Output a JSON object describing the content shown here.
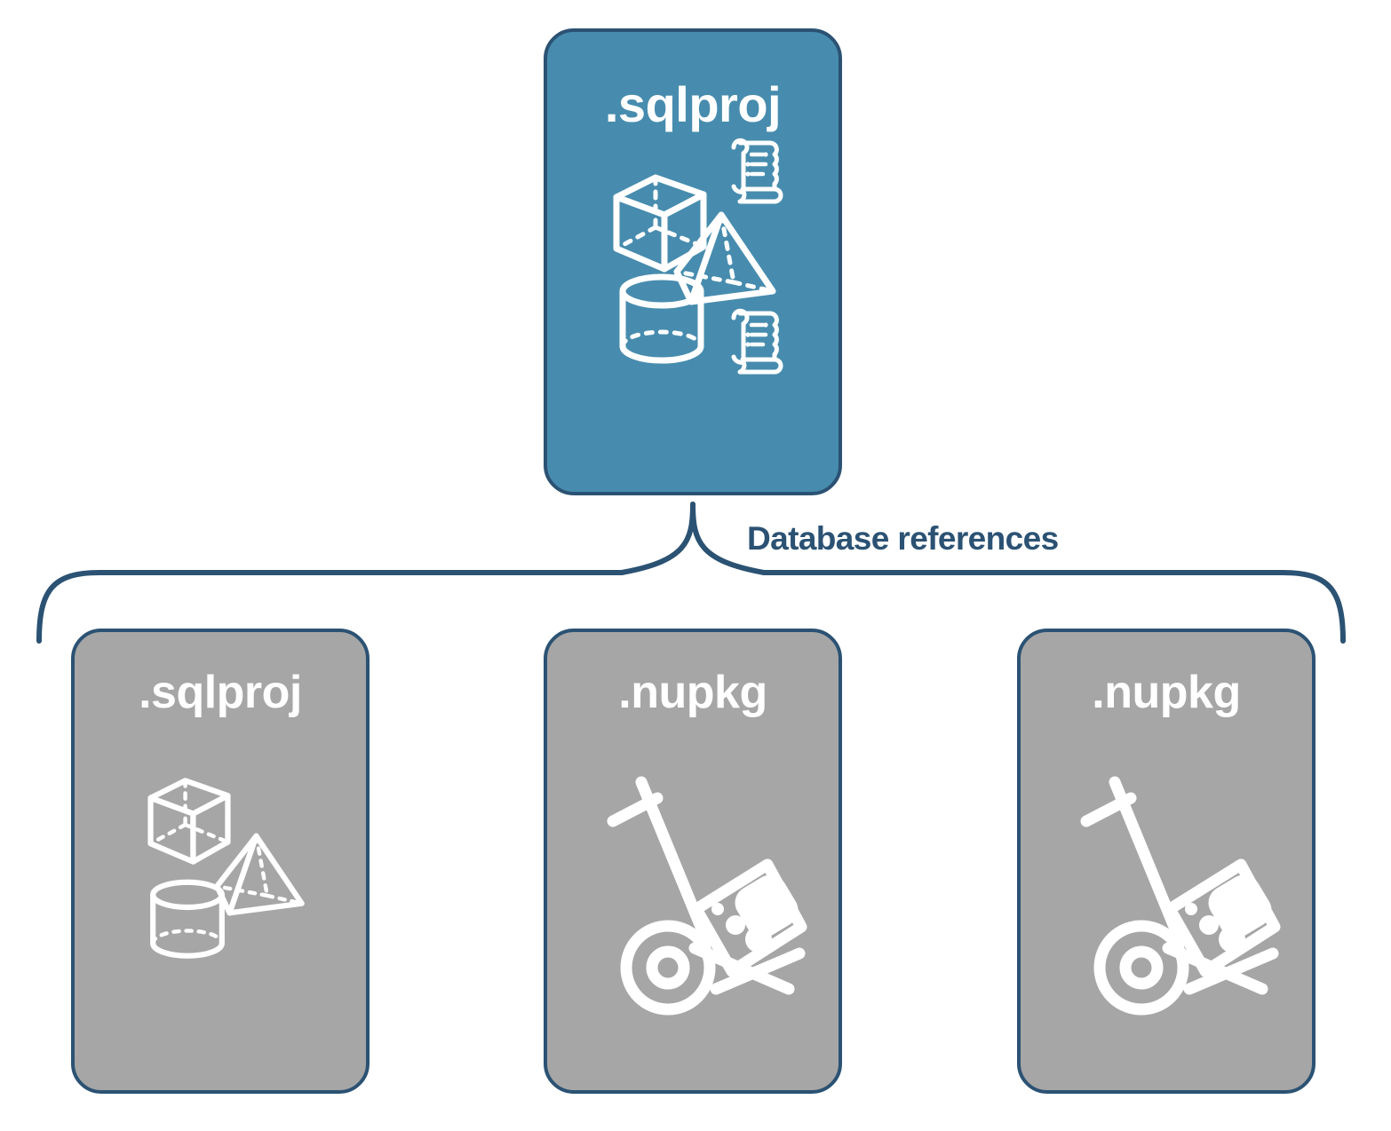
{
  "diagram": {
    "type": "hierarchy-tree",
    "title_text": "Database references",
    "colors": {
      "card_blue": "#478cae",
      "card_gray": "#a6a6a6",
      "border_navy": "#2b5273",
      "label_navy": "#2b5273",
      "icon_white": "#ffffff",
      "background": "#ffffff"
    },
    "root": {
      "label": ".sqlproj",
      "fill": "blue",
      "icons": [
        "cube-icon",
        "script-scroll-icon",
        "pyramid-icon",
        "cylinder-icon",
        "script-scroll-icon"
      ]
    },
    "connector": {
      "label": "Database references",
      "style": "curly-brace",
      "child_count": 3
    },
    "children": [
      {
        "label": ".sqlproj",
        "fill": "gray",
        "icons": [
          "cube-icon",
          "pyramid-icon",
          "cylinder-icon"
        ]
      },
      {
        "label": ".nupkg",
        "fill": "gray",
        "icons": [
          "hand-truck-package-icon"
        ]
      },
      {
        "label": ".nupkg",
        "fill": "gray",
        "icons": [
          "hand-truck-package-icon"
        ]
      }
    ]
  }
}
